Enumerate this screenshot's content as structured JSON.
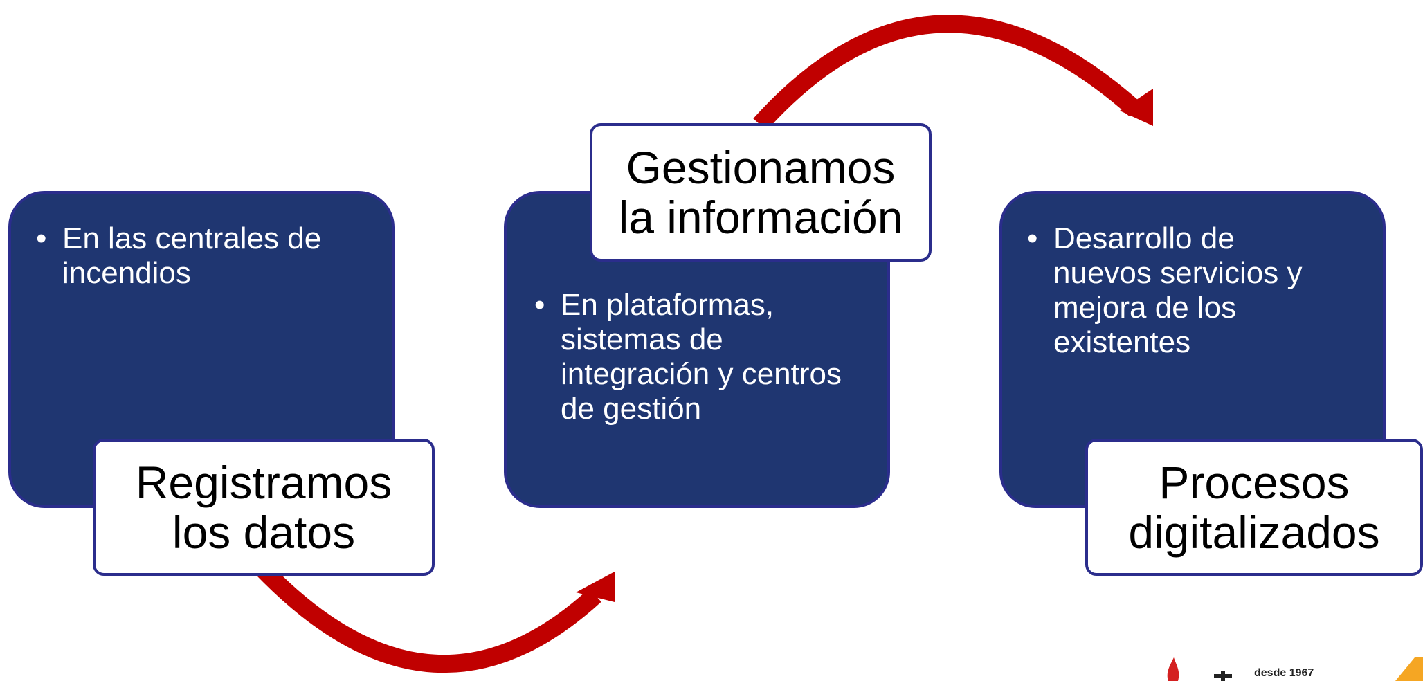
{
  "steps": [
    {
      "title_line1": "Registramos",
      "title_line2": "los datos",
      "bullets": [
        "En las centrales de incendios"
      ]
    },
    {
      "title_line1": "Gestionamos",
      "title_line2": "la información",
      "bullets": [
        "En plataformas, sistemas de integración y centros de gestión"
      ]
    },
    {
      "title_line1": "Procesos",
      "title_line2": "digitalizados",
      "bullets": [
        "Desarrollo de nuevos servicios y mejora de los existentes"
      ]
    }
  ],
  "logo": {
    "tagline": "desde 1967"
  },
  "colors": {
    "box_fill": "#1f3671",
    "box_border": "#2b2d8c",
    "arrow": "#c00000",
    "label_fill": "#ffffff"
  }
}
